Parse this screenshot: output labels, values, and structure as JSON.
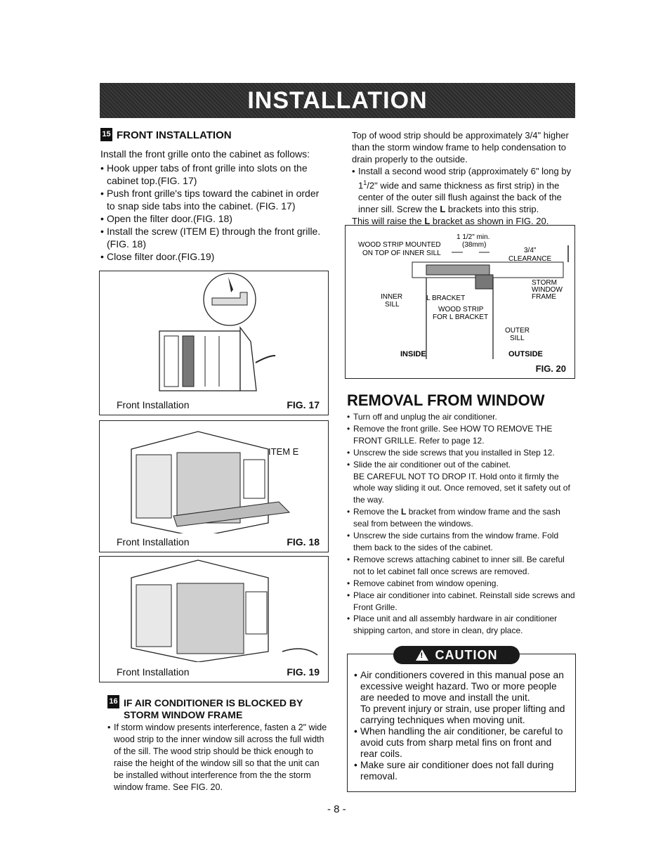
{
  "banner": {
    "title": "INSTALLATION"
  },
  "front": {
    "number": "15",
    "heading": "FRONT INSTALLATION",
    "intro": "Install the front grille onto the cabinet as follows:",
    "bullets": [
      "Hook upper tabs of front grille into slots on the cabinet top.(FIG. 17)",
      "Push front grille's tips toward the cabinet in order to snap side tabs into the cabinet. (FIG. 17)",
      "Open the filter door.(FIG. 18)",
      "Install the screw (ITEM E) through the front grille.(FIG. 18)",
      "Close filter door.(FIG.19)"
    ]
  },
  "figs": {
    "f17": {
      "caption": "Front Installation",
      "label": "FIG. 17"
    },
    "f18": {
      "caption": "Front Installation",
      "label": "FIG. 18",
      "item": "ITEM E"
    },
    "f19": {
      "caption": "Front Installation",
      "label": "FIG. 19"
    },
    "f20": {
      "label": "FIG. 20",
      "min": "1 1/2\" min.",
      "mm": "(38mm)",
      "wood_mounted_1": "WOOD STRIP MOUNTED",
      "wood_mounted_2": "ON TOP OF INNER SILL",
      "clear_1": "3/4\"",
      "clear_2": "CLEARANCE",
      "storm_1": "STORM",
      "storm_2": "WINDOW",
      "storm_3": "FRAME",
      "inner_1": "INNER",
      "inner_2": "SILL",
      "lbracket": "L BRACKET",
      "wood_strip_1": "WOOD STRIP",
      "wood_strip_2": "FOR L BRACKET",
      "outer_1": "OUTER",
      "outer_2": "SILL",
      "inside": "INSIDE",
      "outside": "OUTSIDE"
    }
  },
  "blocked": {
    "number": "16",
    "heading_1": "IF AIR CONDITIONER IS BLOCKED BY",
    "heading_2": "STORM WINDOW FRAME",
    "text": "If storm window presents interference, fasten a 2\" wide wood strip to the inner window sill across the full width of the sill. The wood strip should be thick enough to raise the height of the window sill so that the unit can be installed without interference from the the storm window frame. See FIG. 20."
  },
  "right_top": {
    "p1": "Top of wood strip should be approximately 3/4\" higher than the storm window frame to help condensation to drain properly to the outside.",
    "b1_pre": "Install a second wood strip (approximately 6\" long by 1",
    "b1_sup": "1",
    "b1_den": "/2\"",
    "b1_post1": " wide and same thickness as first strip) in the center of the outer sill flush against the back of the inner sill. Screw the ",
    "b1_L": "L",
    "b1_post2": " brackets into this strip.",
    "p2_pre": "This will raise the ",
    "p2_L": "L",
    "p2_post": " bracket as shown in FIG. 20."
  },
  "removal": {
    "title": "REMOVAL FROM WINDOW",
    "items": [
      {
        "pre": "Turn off and unplug the air conditioner.",
        "L": "",
        "post": ""
      },
      {
        "pre": "Remove the front grille. See HOW TO REMOVE THE FRONT GRILLE. Refer to page 12.",
        "L": "",
        "post": ""
      },
      {
        "pre": "Unscrew the side screws that you installed in Step 12.",
        "L": "",
        "post": ""
      },
      {
        "pre": "Slide the air conditioner out of the cabinet.",
        "L": "",
        "post": ""
      },
      {
        "pre": "Remove the ",
        "L": "L",
        "post": " bracket from window frame and the sash seal from between the windows."
      },
      {
        "pre": "Unscrew the side curtains from the window frame. Fold them back to the sides of the cabinet.",
        "L": "",
        "post": ""
      },
      {
        "pre": "Remove screws attaching cabinet to inner sill. Be careful not to let cabinet fall once screws are removed.",
        "L": "",
        "post": ""
      },
      {
        "pre": "Remove cabinet from window opening.",
        "L": "",
        "post": ""
      },
      {
        "pre": "Place air conditioner into cabinet. Reinstall side screws and Front Grille.",
        "L": "",
        "post": ""
      },
      {
        "pre": "Place unit and all assembly hardware in air conditioner shipping carton, and store in clean, dry place.",
        "L": "",
        "post": ""
      }
    ],
    "careful": "BE CAREFUL NOT TO DROP IT. Hold onto it firmly the whole way sliding it out. Once removed, set it safety out of the way."
  },
  "caution": {
    "label": "CAUTION",
    "icon": "warning-triangle-icon",
    "b1": "Air conditioners covered in this manual pose an excessive weight hazard. Two or more people are needed to move and install the unit.",
    "b1_extra": "To prevent injury or strain, use proper lifting and carrying techniques when moving unit.",
    "b2": "When handling the air conditioner, be careful to avoid cuts from sharp metal fins on front and rear coils.",
    "b3": "Make sure air conditioner does not fall during removal."
  },
  "page_number": "- 8 -"
}
